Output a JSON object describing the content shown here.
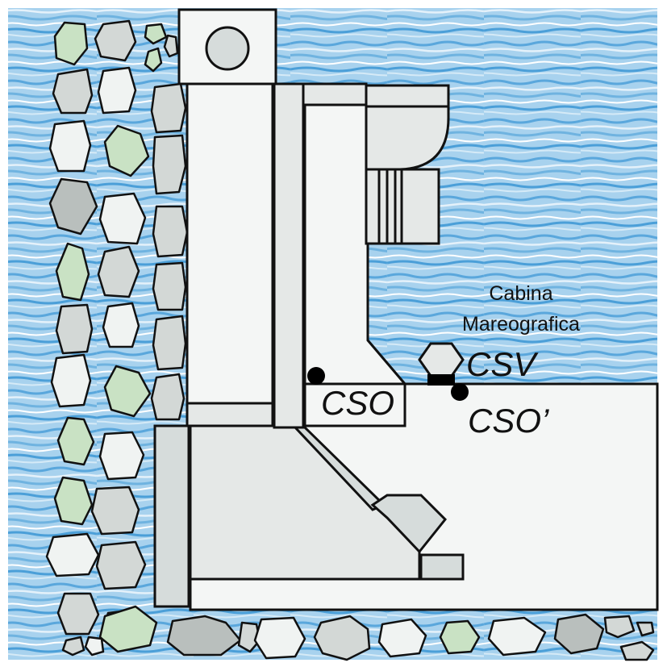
{
  "labels": {
    "cabin_line1": "Cabina",
    "cabin_line2": "Mareografica",
    "csv": "CSV",
    "cso": "CSO",
    "cso_prime": "CSO’"
  },
  "colors": {
    "water": "#9ccbea",
    "water_dark": "#5aa7dc",
    "water_light": "#e4f1fa",
    "structure_light": "#f4f6f5",
    "structure_mid": "#e5e8e7",
    "structure_dark": "#d6dcdb",
    "rock_gray": "#d3d8d6",
    "rock_dark": "#b9bfbd",
    "rock_light": "#f0f3f2",
    "rock_green": "#c9e2c4",
    "outline": "#111111",
    "marker": "#000000"
  },
  "stations": [
    {
      "id": "cso",
      "label_key": "cso"
    },
    {
      "id": "cso_prime",
      "label_key": "cso_prime"
    },
    {
      "id": "csv",
      "label_key": "csv"
    }
  ]
}
